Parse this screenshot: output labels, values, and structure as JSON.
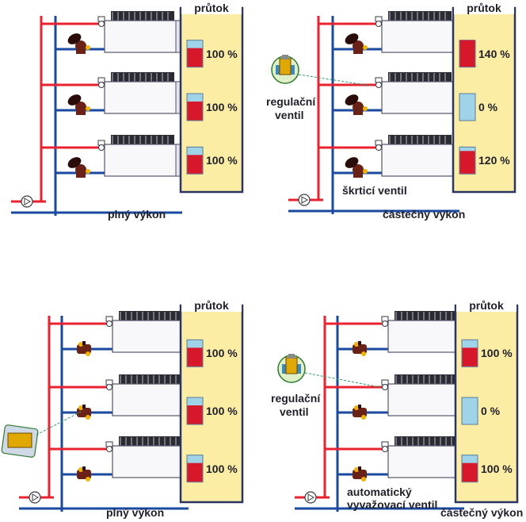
{
  "colors": {
    "supply": "#e8222e",
    "return": "#1a4aa0",
    "panel": "#fbeda4",
    "panel_border": "#2a3566",
    "gauge_fill": "#d6182a",
    "gauge_empty": "#9fd3e8",
    "valve": "#6b2216",
    "valve_accent": "#f2b300"
  },
  "panels": [
    {
      "id": "top-left",
      "header": "průtok",
      "mode_label": "plný výkon",
      "valve_type": "throttle",
      "flows": [
        {
          "label": "100 %",
          "value": 100
        },
        {
          "label": "100 %",
          "value": 100
        },
        {
          "label": "100 %",
          "value": 100
        }
      ],
      "annotations": []
    },
    {
      "id": "top-right",
      "header": "průtok",
      "mode_label": "částečný výkon",
      "valve_type": "throttle",
      "flows": [
        {
          "label": "140 %",
          "value": 140
        },
        {
          "label": "0 %",
          "value": 0
        },
        {
          "label": "120 %",
          "value": 120
        }
      ],
      "annotations": [
        {
          "name": "regulating-valve-label",
          "lines": [
            "regulační",
            "ventil"
          ]
        },
        {
          "name": "throttle-valve-label",
          "lines": [
            "škrticí ventil"
          ]
        }
      ]
    },
    {
      "id": "bottom-left",
      "header": "průtok",
      "mode_label": "plný výkon",
      "valve_type": "balancing",
      "flows": [
        {
          "label": "100 %",
          "value": 100
        },
        {
          "label": "100 %",
          "value": 100
        },
        {
          "label": "100 %",
          "value": 100
        }
      ],
      "annotations": []
    },
    {
      "id": "bottom-right",
      "header": "průtok",
      "mode_label": "částečný výkon",
      "valve_type": "balancing",
      "flows": [
        {
          "label": "100 %",
          "value": 100
        },
        {
          "label": "0 %",
          "value": 0
        },
        {
          "label": "100 %",
          "value": 100
        }
      ],
      "annotations": [
        {
          "name": "regulating-valve-label",
          "lines": [
            "regulační",
            "ventil"
          ]
        },
        {
          "name": "auto-balancing-valve-label",
          "lines": [
            "automatický",
            "vyvažovací ventil"
          ]
        }
      ]
    }
  ]
}
